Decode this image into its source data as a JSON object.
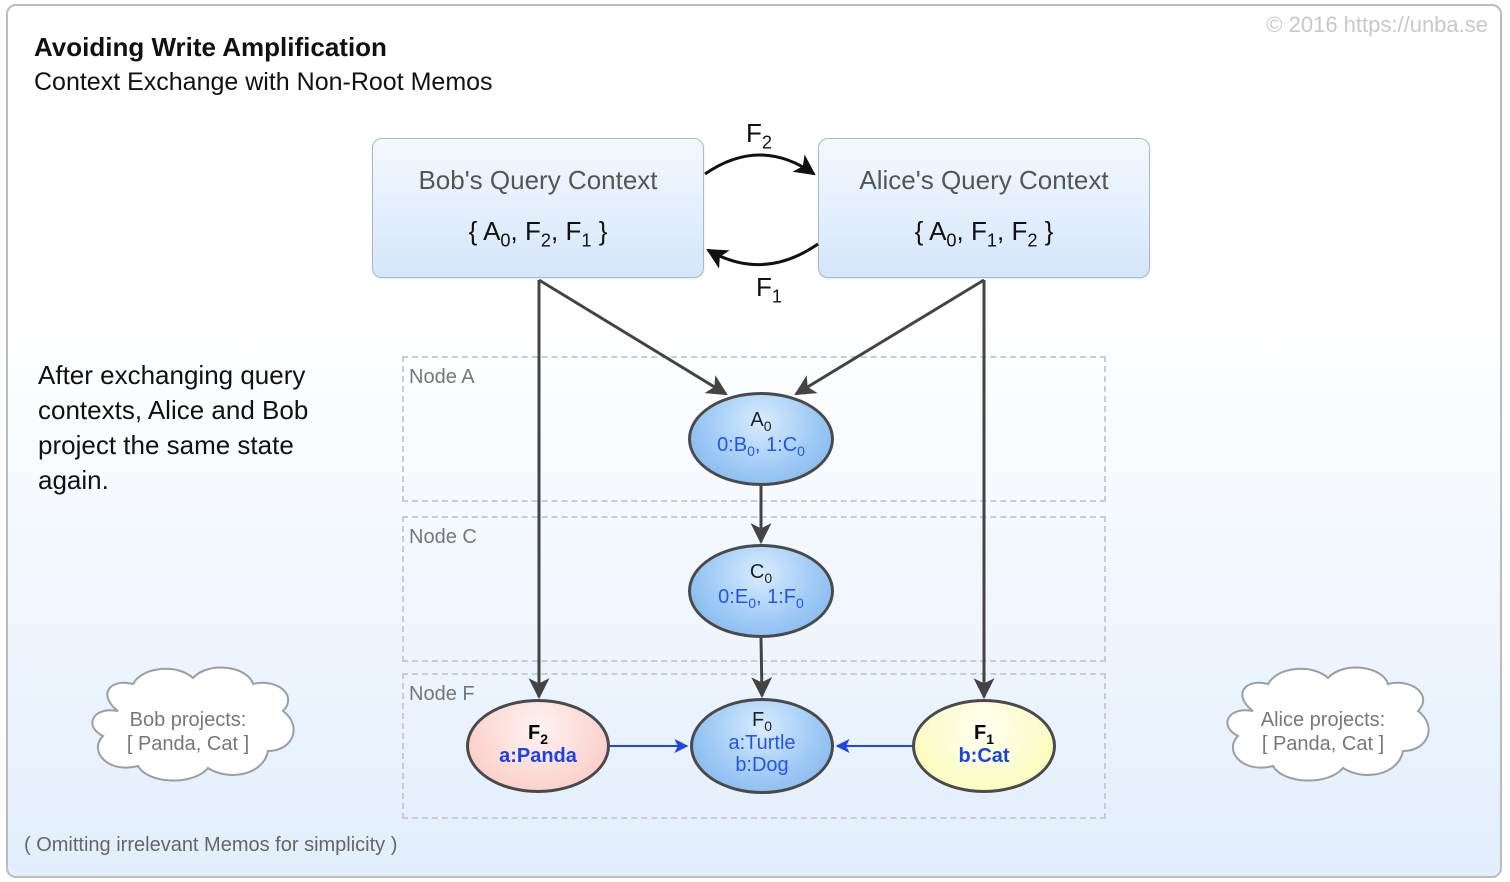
{
  "header": {
    "title": "Avoiding Write Amplification",
    "subtitle": "Context Exchange with Non-Root Memos",
    "copyright": "© 2016  https://unba.se"
  },
  "description": "After exchanging query contexts, Alice and Bob project the same state again.",
  "footnote": "( Omitting irrelevant Memos for simplicity )",
  "contexts": {
    "bob": {
      "title": "Bob's Query Context",
      "set": [
        "A0",
        "F2",
        "F1"
      ]
    },
    "alice": {
      "title": "Alice's Query Context",
      "set": [
        "A0",
        "F1",
        "F2"
      ]
    }
  },
  "exchange": {
    "top_label": "F2",
    "bottom_label": "F1"
  },
  "nodes": {
    "a": {
      "label": "Node A"
    },
    "c": {
      "label": "Node C"
    },
    "f": {
      "label": "Node F"
    }
  },
  "memos": {
    "a0": {
      "name": "A0",
      "edges": [
        "0:B0",
        "1:C0"
      ]
    },
    "c0": {
      "name": "C0",
      "edges": [
        "0:E0",
        "1:F0"
      ]
    },
    "f0": {
      "name": "F0",
      "values": [
        "a:Turtle",
        "b:Dog"
      ]
    },
    "f2": {
      "name": "F2",
      "value": "a:Panda"
    },
    "f1": {
      "name": "F1",
      "value": "b:Cat"
    }
  },
  "projections": {
    "bob": {
      "label": "Bob projects:",
      "value": "[ Panda, Cat ]"
    },
    "alice": {
      "label": "Alice projects:",
      "value": "[ Panda, Cat ]"
    }
  },
  "colors": {
    "edge": "#444444",
    "link": "#1f45e6",
    "context_border": "#a7b9cc",
    "memo_blue": "#9fcaf5",
    "memo_pink": "#fbd3ce",
    "memo_yellow": "#fbfbc2"
  }
}
